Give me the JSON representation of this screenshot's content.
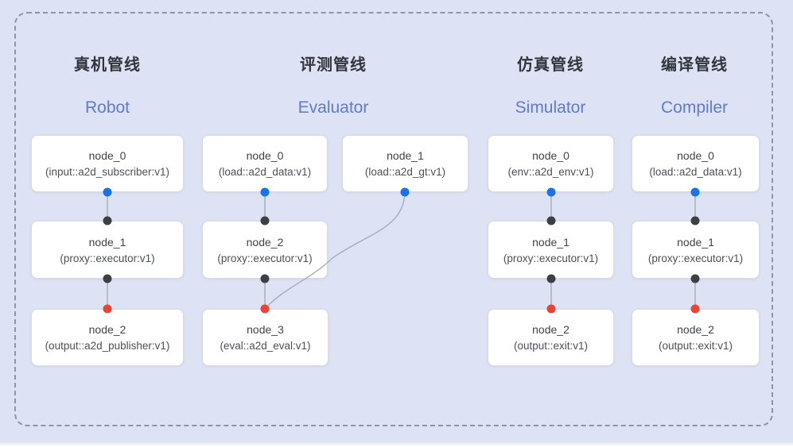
{
  "colors": {
    "background": "#dde3f4",
    "frame_border": "#8f96a3",
    "edge": "#a9b0bc",
    "port_blue": "#1a73e8",
    "port_black": "#3c4043",
    "port_red": "#ea4335",
    "title_en_blue": "#5e7bd0"
  },
  "pipelines": [
    {
      "key": "robot",
      "title_zh": "真机管线",
      "title_en": "Robot",
      "nodes": [
        {
          "name": "node_0",
          "type": "(input::a2d_subscriber:v1)"
        },
        {
          "name": "node_1",
          "type": "(proxy::executor:v1)"
        },
        {
          "name": "node_2",
          "type": "(output::a2d_publisher:v1)"
        }
      ]
    },
    {
      "key": "evaluator",
      "title_zh": "评测管线",
      "title_en": "Evaluator",
      "nodes": [
        {
          "name": "node_0",
          "type": "(load::a2d_data:v1)"
        },
        {
          "name": "node_1",
          "type": "(load::a2d_gt:v1)"
        },
        {
          "name": "node_2",
          "type": "(proxy::executor:v1)"
        },
        {
          "name": "node_3",
          "type": "(eval::a2d_eval:v1)"
        }
      ]
    },
    {
      "key": "simulator",
      "title_zh": "仿真管线",
      "title_en": "Simulator",
      "nodes": [
        {
          "name": "node_0",
          "type": "(env::a2d_env:v1)"
        },
        {
          "name": "node_1",
          "type": "(proxy::executor:v1)"
        },
        {
          "name": "node_2",
          "type": "(output::exit:v1)"
        }
      ]
    },
    {
      "key": "compiler",
      "title_zh": "编译管线",
      "title_en": "Compiler",
      "nodes": [
        {
          "name": "node_0",
          "type": "(load::a2d_data:v1)"
        },
        {
          "name": "node_1",
          "type": "(proxy::executor:v1)"
        },
        {
          "name": "node_2",
          "type": "(output::exit:v1)"
        }
      ]
    }
  ]
}
